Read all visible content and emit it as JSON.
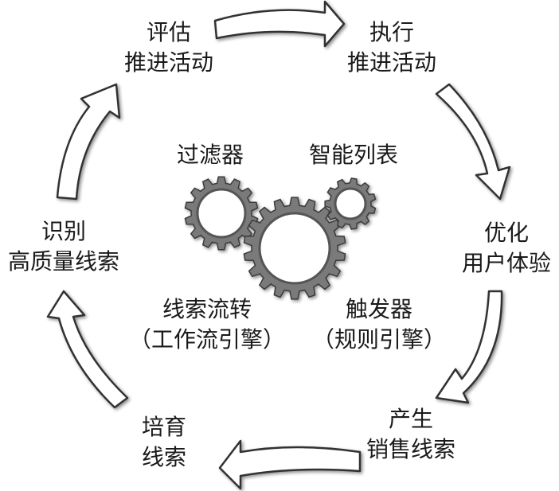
{
  "cycle": {
    "evaluate": {
      "line1": "评估",
      "line2": "推进活动"
    },
    "execute": {
      "line1": "执行",
      "line2": "推进活动"
    },
    "optimize": {
      "line1": "优化",
      "line2": "用户体验"
    },
    "generate": {
      "line1": "产生",
      "line2": "销售线索"
    },
    "nurture": {
      "line1": "培育",
      "line2": "线索"
    },
    "identify": {
      "line1": "识别",
      "line2": "高质量线索"
    }
  },
  "center": {
    "filter": "过滤器",
    "smart_list": "智能列表",
    "flow": {
      "line1": "线索流转",
      "line2": "（工作流引擎）"
    },
    "trigger": {
      "line1": "触发器",
      "line2": "（规则引擎）"
    }
  }
}
